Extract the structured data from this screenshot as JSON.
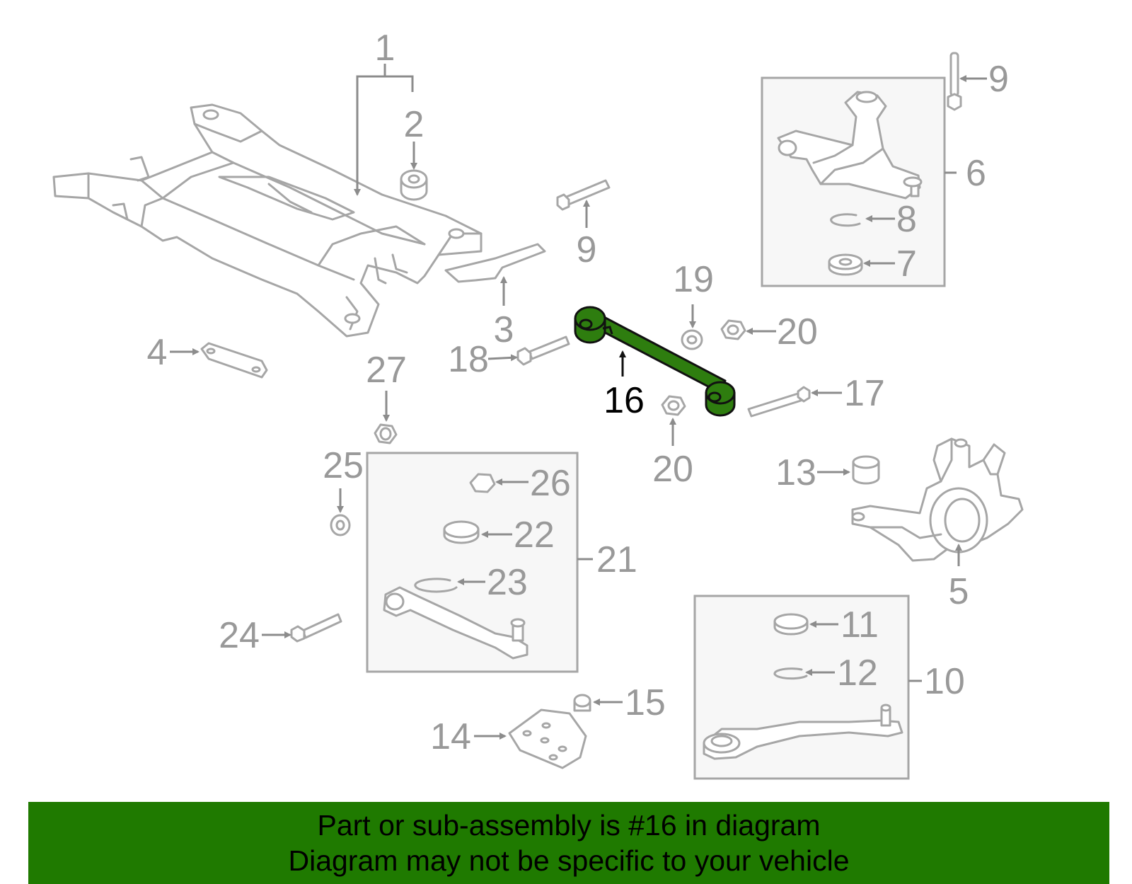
{
  "diagram": {
    "highlighted_part": "16",
    "callouts": [
      "1",
      "2",
      "3",
      "4",
      "5",
      "6",
      "7",
      "8",
      "9",
      "9",
      "10",
      "11",
      "12",
      "13",
      "14",
      "15",
      "16",
      "17",
      "18",
      "19",
      "20",
      "20",
      "21",
      "22",
      "23",
      "24",
      "25",
      "26",
      "27"
    ],
    "colors": {
      "highlight": "#2e7d0f",
      "banner": "#1f7a00",
      "part_stroke": "#a6a6a6"
    }
  },
  "banner": {
    "line1": "Part or sub-assembly is #16 in diagram",
    "line2": "Diagram may not be specific to your vehicle"
  }
}
